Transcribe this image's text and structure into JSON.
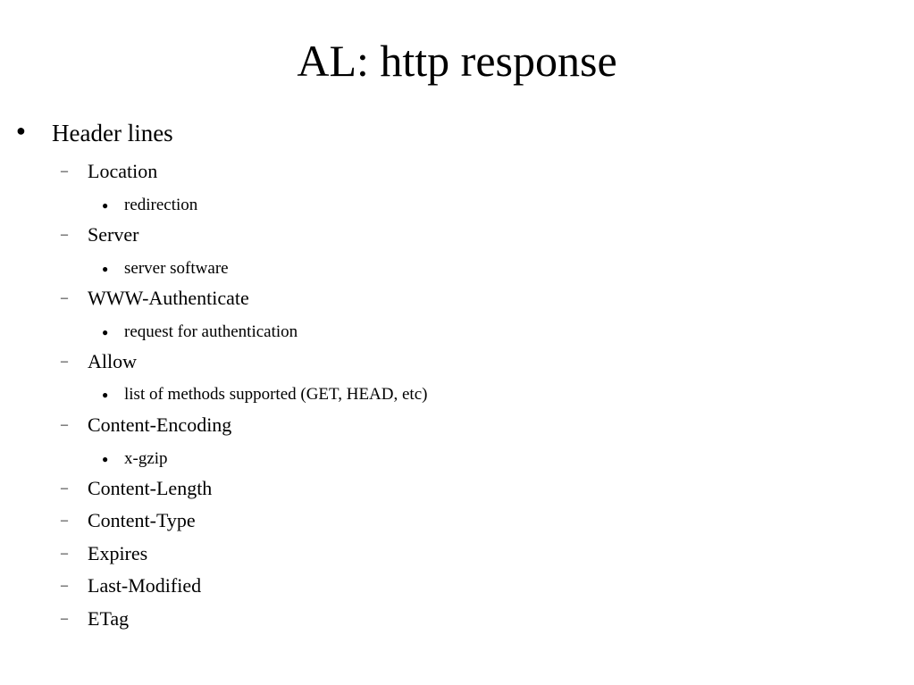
{
  "slide": {
    "title": "AL: http response",
    "items": [
      {
        "level": 1,
        "marker": "●",
        "text": "Header lines"
      },
      {
        "level": 2,
        "marker": "–",
        "text": "Location"
      },
      {
        "level": 3,
        "marker": "●",
        "text": "redirection"
      },
      {
        "level": 2,
        "marker": "–",
        "text": "Server"
      },
      {
        "level": 3,
        "marker": "●",
        "text": "server software"
      },
      {
        "level": 2,
        "marker": "–",
        "text": "WWW-Authenticate"
      },
      {
        "level": 3,
        "marker": "●",
        "text": "request for authentication"
      },
      {
        "level": 2,
        "marker": "–",
        "text": "Allow"
      },
      {
        "level": 3,
        "marker": "●",
        "text": "list of methods supported (GET, HEAD, etc)"
      },
      {
        "level": 2,
        "marker": "–",
        "text": "Content-Encoding"
      },
      {
        "level": 3,
        "marker": "●",
        "text": "x-gzip"
      },
      {
        "level": 2,
        "marker": "–",
        "text": "Content-Length"
      },
      {
        "level": 2,
        "marker": "–",
        "text": "Content-Type"
      },
      {
        "level": 2,
        "marker": "–",
        "text": "Expires"
      },
      {
        "level": 2,
        "marker": "–",
        "text": "Last-Modified"
      },
      {
        "level": 2,
        "marker": "–",
        "text": "ETag"
      }
    ]
  }
}
